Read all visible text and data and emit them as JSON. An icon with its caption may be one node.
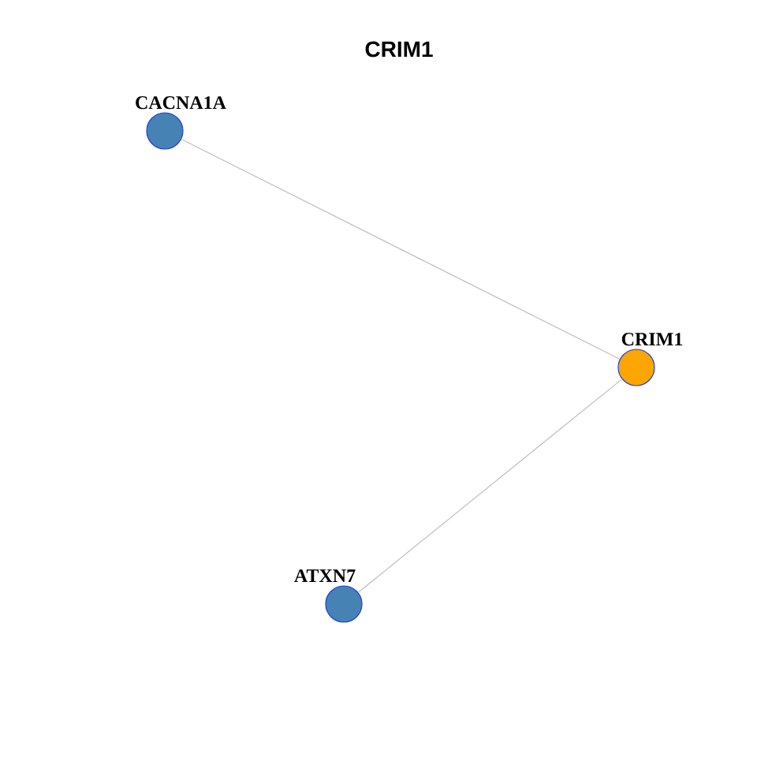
{
  "diagram": {
    "title": "CRIM1",
    "nodes": [
      {
        "text": [
          "CACNA1A"
        ]
      },
      {
        "text": [
          "CRIM1"
        ]
      },
      {
        "text": [
          "ATXN7"
        ]
      }
    ],
    "edges": [
      {
        "from": 0,
        "to": 1,
        "arrow": "none"
      },
      {
        "from": 1,
        "to": 2,
        "arrow": "none"
      }
    ]
  }
}
